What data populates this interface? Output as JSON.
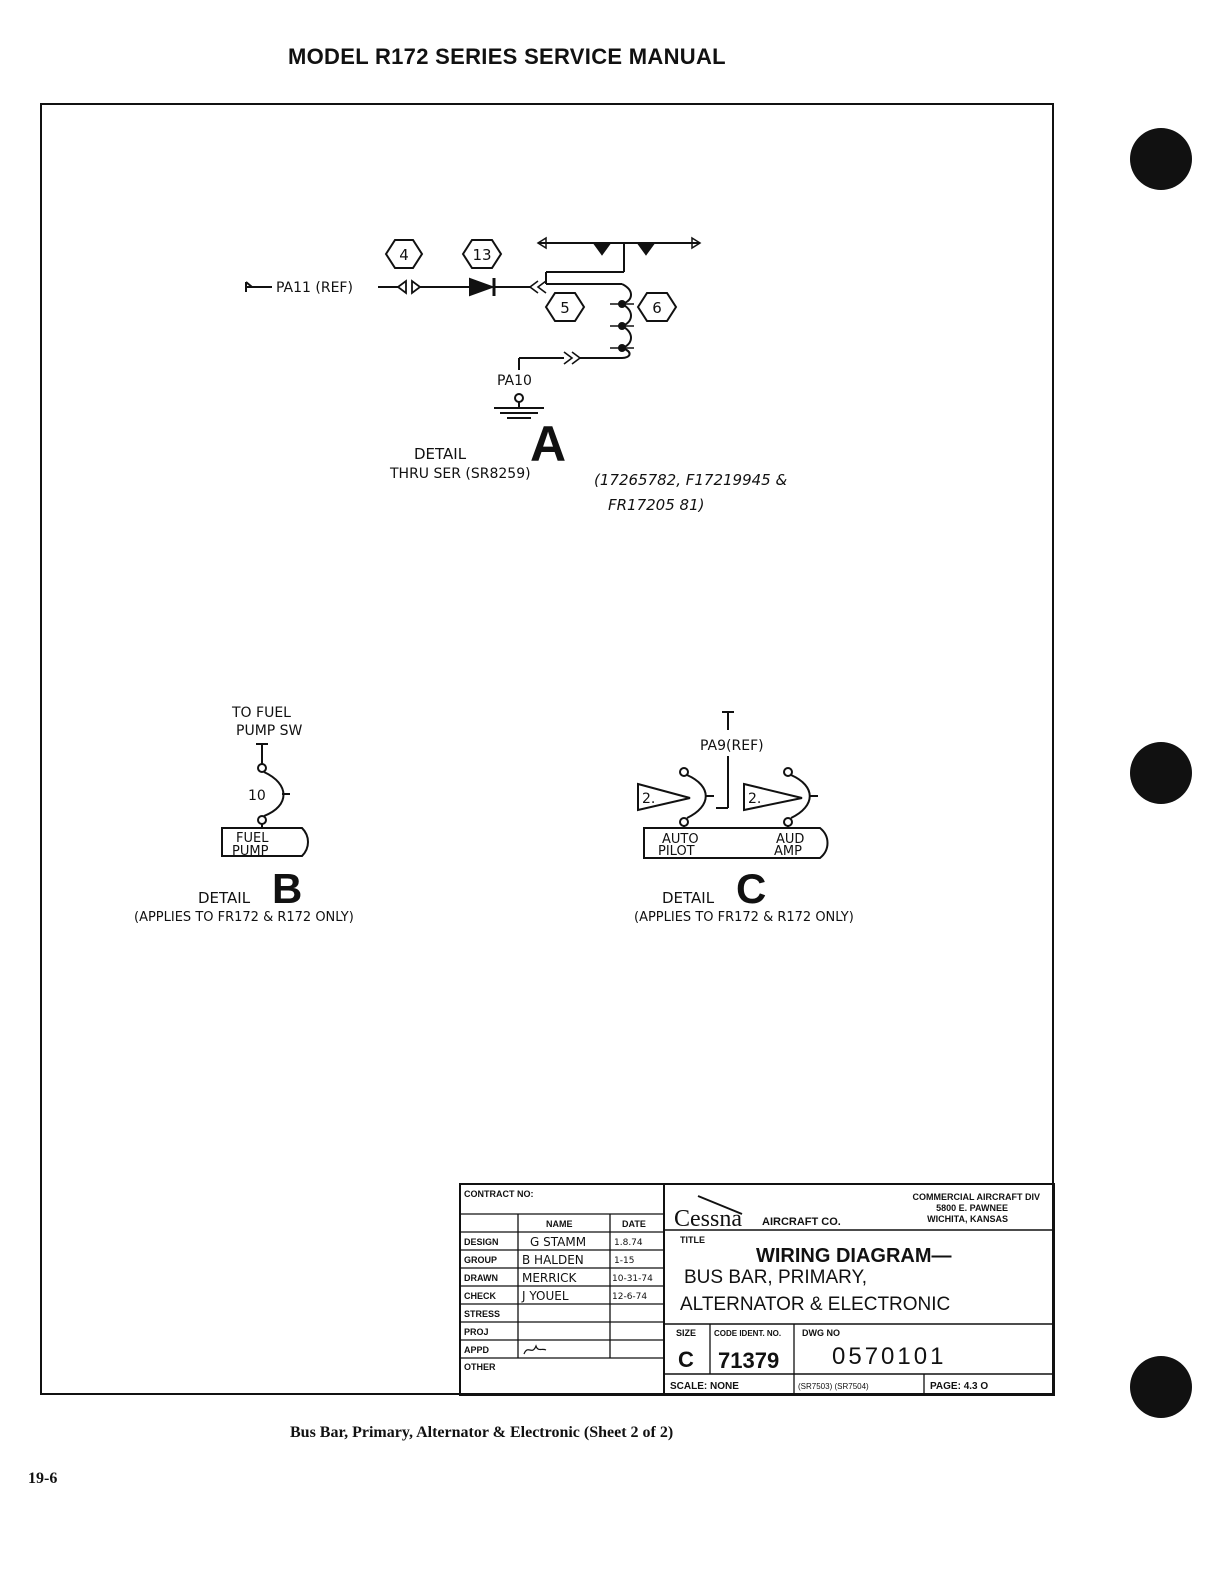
{
  "header": {
    "title": "MODEL R172 SERIES SERVICE MANUAL"
  },
  "detail_a": {
    "bubbles": [
      "4",
      "13",
      "5",
      "6"
    ],
    "left_ref": "PA11 (REF)",
    "ground_label": "PA10",
    "detail_word": "DETAIL",
    "detail_letter": "A",
    "serial_note_1": "THRU SER (SR8259)",
    "serial_note_2": "(17265782, F17219945 &",
    "serial_note_3": "FR17205 81)"
  },
  "detail_b": {
    "top_label_1": "TO FUEL",
    "top_label_2": "PUMP SW",
    "breaker_rating": "10",
    "box_line_1": "FUEL",
    "box_line_2": "PUMP",
    "detail_word": "DETAIL",
    "detail_letter": "B",
    "applies": "(APPLIES TO FR172 & R172 ONLY)"
  },
  "detail_c": {
    "ref_label": "PA9(REF)",
    "breaker_left": "2.",
    "breaker_right": "2.",
    "box_left_1": "AUTO",
    "box_left_2": "PILOT",
    "box_right_1": "AUD",
    "box_right_2": "AMP",
    "detail_word": "DETAIL",
    "detail_letter": "C",
    "applies": "(APPLIES TO FR172 & R172 ONLY)"
  },
  "title_block": {
    "contract_label": "CONTRACT NO:",
    "col_name": "NAME",
    "col_date": "DATE",
    "rows": [
      {
        "role": "DESIGN",
        "name": "G STAMM",
        "date": "1.8.74"
      },
      {
        "role": "GROUP",
        "name": "B HALDEN",
        "date": "1-15"
      },
      {
        "role": "DRAWN",
        "name": "MERRICK",
        "date": "10-31-74"
      },
      {
        "role": "CHECK",
        "name": "J YOUEL",
        "date": "12-6-74"
      },
      {
        "role": "STRESS",
        "name": "",
        "date": ""
      },
      {
        "role": "PROJ",
        "name": "",
        "date": ""
      },
      {
        "role": "APPD",
        "name": "",
        "date": ""
      },
      {
        "role": "OTHER",
        "name": "",
        "date": ""
      }
    ],
    "company_logo": "Cessna",
    "company_suffix": "AIRCRAFT CO.",
    "division_1": "COMMERCIAL AIRCRAFT DIV",
    "division_2": "5800 E. PAWNEE",
    "division_3": "WICHITA, KANSAS",
    "title_label": "TITLE",
    "title_1": "WIRING DIAGRAM—",
    "title_2": "BUS BAR, PRIMARY,",
    "title_3": "ALTERNATOR & ELECTRONIC",
    "size_label": "SIZE",
    "size_value": "C",
    "code_label": "CODE IDENT. NO.",
    "code_value": "71379",
    "dwg_label": "DWG NO",
    "dwg_value": "0570101",
    "scale": "SCALE: NONE",
    "serials": "(SR7503) (SR7504)",
    "page": "PAGE: 4.3 O"
  },
  "caption": "Bus Bar, Primary, Alternator & Electronic (Sheet 2 of 2)",
  "page_number": "19-6"
}
